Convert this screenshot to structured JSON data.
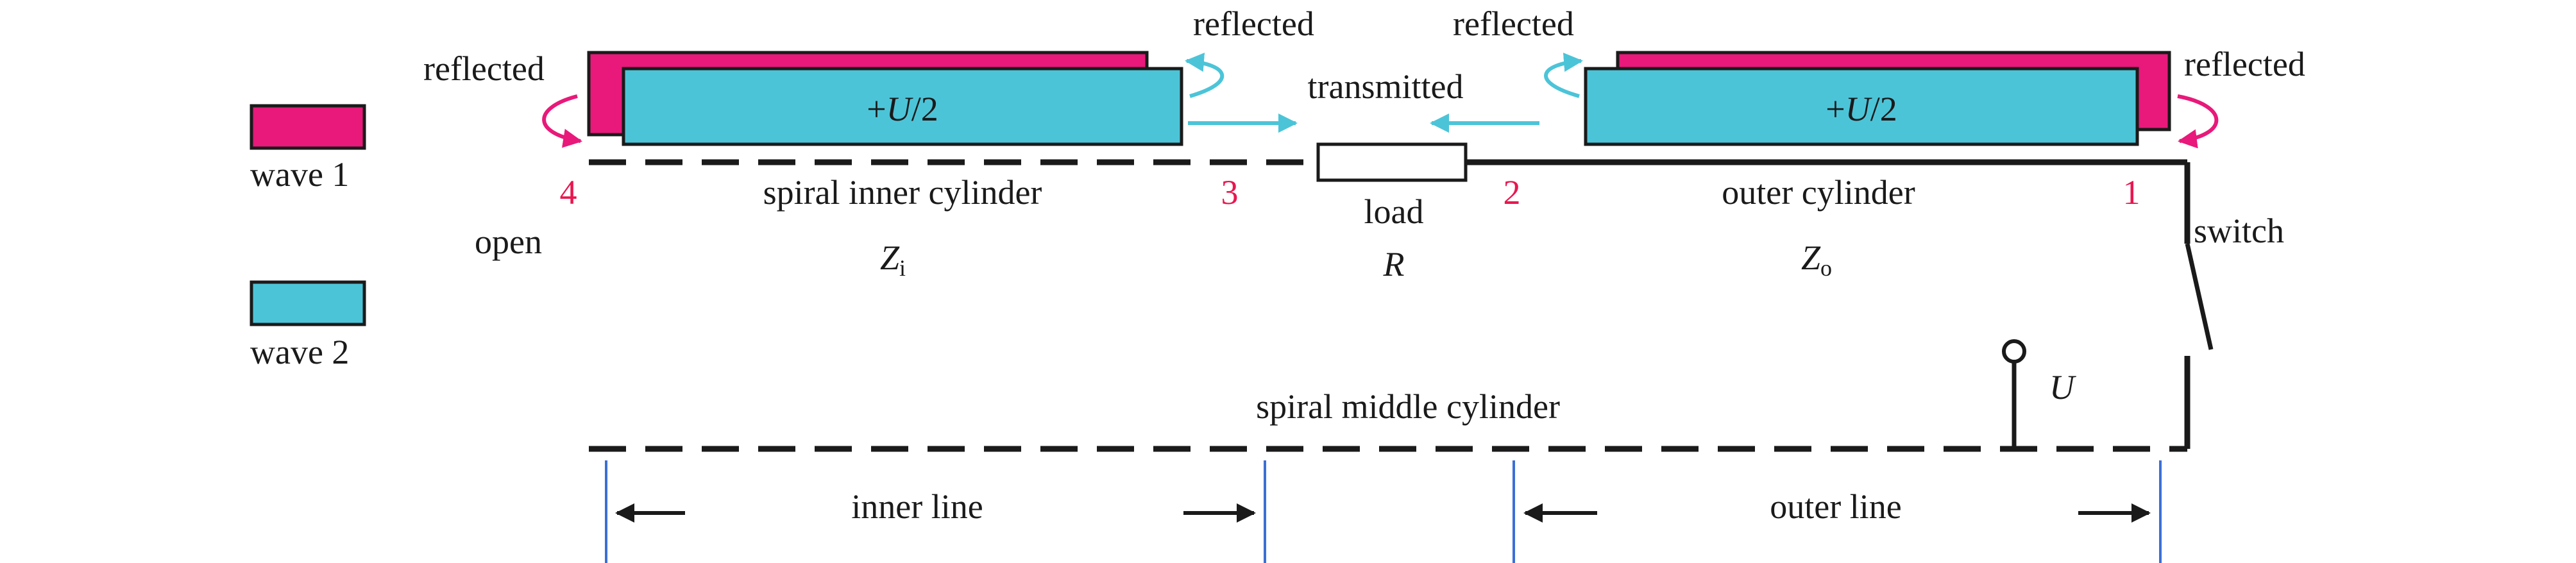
{
  "colors": {
    "wave1": "#e8197a",
    "wave2": "#4cc4d8",
    "line": "#1a1a1a",
    "number": "#e8174f",
    "boundary": "#3b6fd6"
  },
  "legend": {
    "wave1": "wave 1",
    "wave2": "wave 2"
  },
  "waves": {
    "left_voltage": "+U/2",
    "right_voltage": "+U/2"
  },
  "labels": {
    "reflected_far_left": "reflected",
    "reflected_near_center_left": "reflected",
    "transmitted": "transmitted",
    "reflected_near_center_right": "reflected",
    "reflected_far_right": "reflected",
    "open": "open",
    "spiral_inner_cylinder": "spiral inner cylinder",
    "zi_main": "Z",
    "zi_sub": "i",
    "load": "load",
    "load_symbol": "R",
    "outer_cylinder": "outer cylinder",
    "zo_main": "Z",
    "zo_sub": "o",
    "switch": "switch",
    "source": "U",
    "spiral_middle_cylinder": "spiral middle cylinder",
    "inner_line": "inner line",
    "outer_line": "outer line"
  },
  "node_numbers": {
    "n4": "4",
    "n3": "3",
    "n2": "2",
    "n1": "1"
  }
}
